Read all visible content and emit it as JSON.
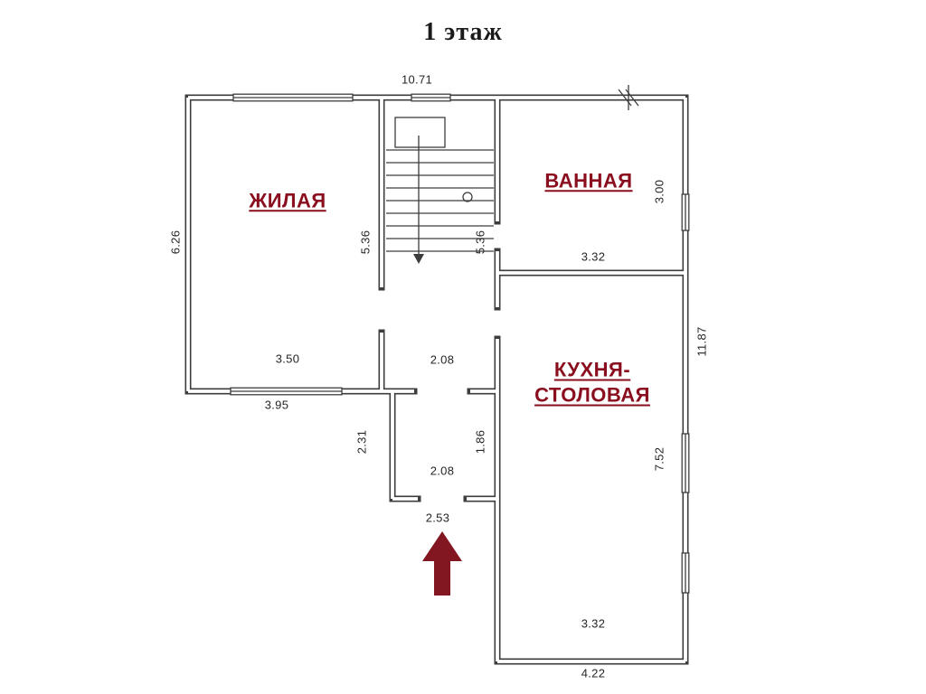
{
  "title": "1 этаж",
  "rooms": {
    "living": {
      "label": "ЖИЛАЯ"
    },
    "bathroom": {
      "label": "ВАННАЯ"
    },
    "kitchen_dining": {
      "label": "КУХНЯ-СТОЛОВАЯ"
    }
  },
  "dimensions": {
    "top_total_width": "10.71",
    "living_left_height": "6.26",
    "stair_left_height": "5.36",
    "stair_right_height": "5.36",
    "bathroom_right_height": "3.00",
    "bathroom_bottom_width": "3.32",
    "right_total_height": "11.87",
    "living_inner_width": "3.50",
    "living_outer_width": "3.95",
    "stair_bottom_width": "2.08",
    "hall_left_height": "2.31",
    "hall_right_height": "1.86",
    "hall_bottom_width": "2.08",
    "entrance_width": "2.53",
    "kitchen_right_height": "7.52",
    "kitchen_bottom_width": "3.32",
    "bottom_outer_width": "4.22"
  },
  "icons": {
    "entrance_arrow": "arrow-up",
    "stair_direction": "arrow-down"
  },
  "colors": {
    "room-label": "#8a0e1e",
    "arrow": "#821722",
    "wall": "#3d3d3d",
    "dim-text": "#262626",
    "title-text": "#1a1a1a"
  }
}
